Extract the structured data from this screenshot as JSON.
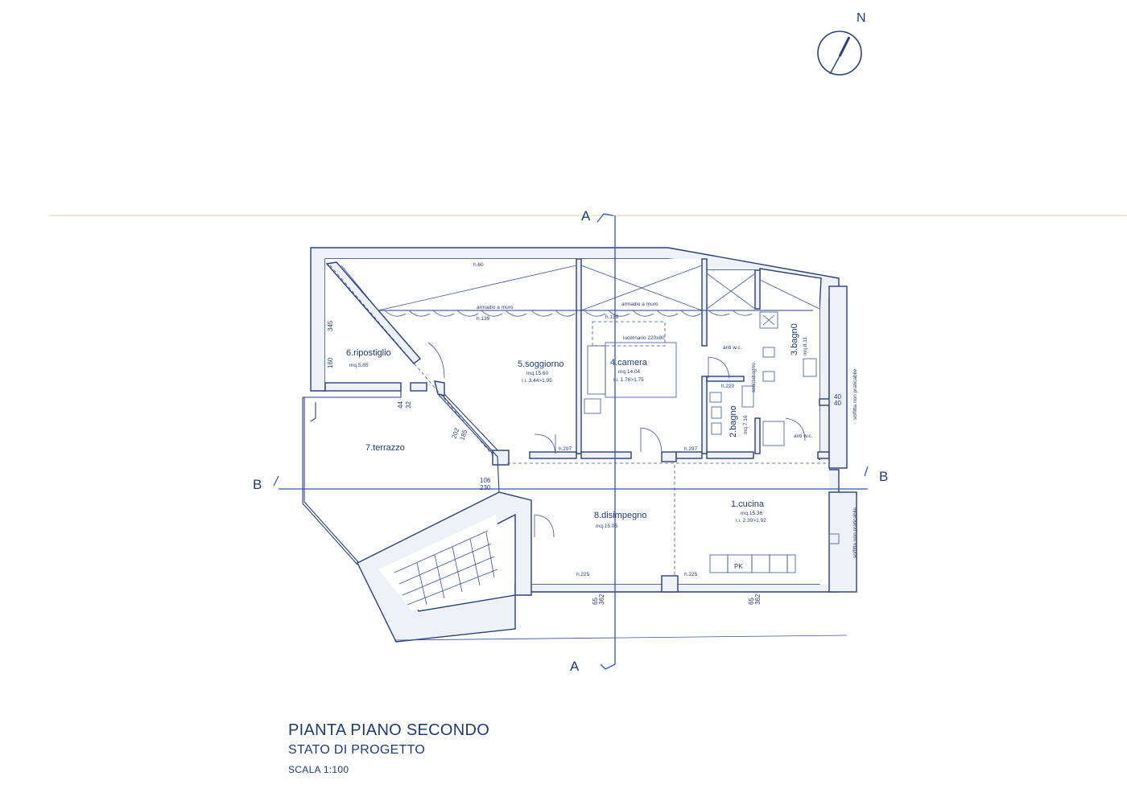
{
  "compass": {
    "label": "N"
  },
  "sections": {
    "a_top": "A",
    "a_bottom": "A",
    "b_left": "B",
    "b_right": "B"
  },
  "rooms": {
    "ripostiglio": {
      "name": "6.ripostiglio",
      "area": "mq.5.85"
    },
    "soggiorno": {
      "name": "5.soggiorno",
      "area": "mq.15.60",
      "ri": "r.i. 3.44>1.95"
    },
    "camera": {
      "name": "4.camera",
      "area": "mq.14.04",
      "ri": "r.i. 1.76>1.75"
    },
    "bagno2": {
      "name": "2.bagno",
      "area": "mq.7.16"
    },
    "bagno3": {
      "name": "3.bagn0",
      "area": "mq.8.11"
    },
    "terrazzo": {
      "name": "7.terrazzo"
    },
    "disimpegno": {
      "name": "8.disimpegno",
      "area": "mq.15.05"
    },
    "cucina": {
      "name": "1.cucina",
      "area": "mq.15.36",
      "ri": "r.i. 2.39>1.92"
    }
  },
  "labels": {
    "h60": "h.60",
    "h139a": "h.139",
    "h139b": "h.139",
    "armadio1": "armadio a muro",
    "armadio2": "armadio a muro",
    "lucernario": "lucernario 220x80",
    "antiwc1": "anti w.c.",
    "antiwc2": "anti w.c.",
    "h220": "h.220",
    "h297a": "h.297",
    "h297b": "h.297",
    "h225a": "h.225",
    "h225b": "h.225",
    "pk": "PK",
    "soffitta1": "soffitta non praticabile",
    "soffitta2": "soffitta non praticabile",
    "scaldabagno": "scaldabagno"
  },
  "dims": {
    "d345": "345",
    "d160": "160",
    "d44": "44",
    "d32": "32",
    "d202": "202",
    "d185": "185",
    "d106": "106",
    "d230": "230",
    "d65a": "65",
    "d362a": "362",
    "d65b": "65",
    "d362b": "362",
    "d40a": "40",
    "d40b": "40"
  },
  "title": {
    "main": "PIANTA PIANO SECONDO",
    "sub": "STATO DI PROGETTO",
    "scale": "SCALA 1:100"
  }
}
